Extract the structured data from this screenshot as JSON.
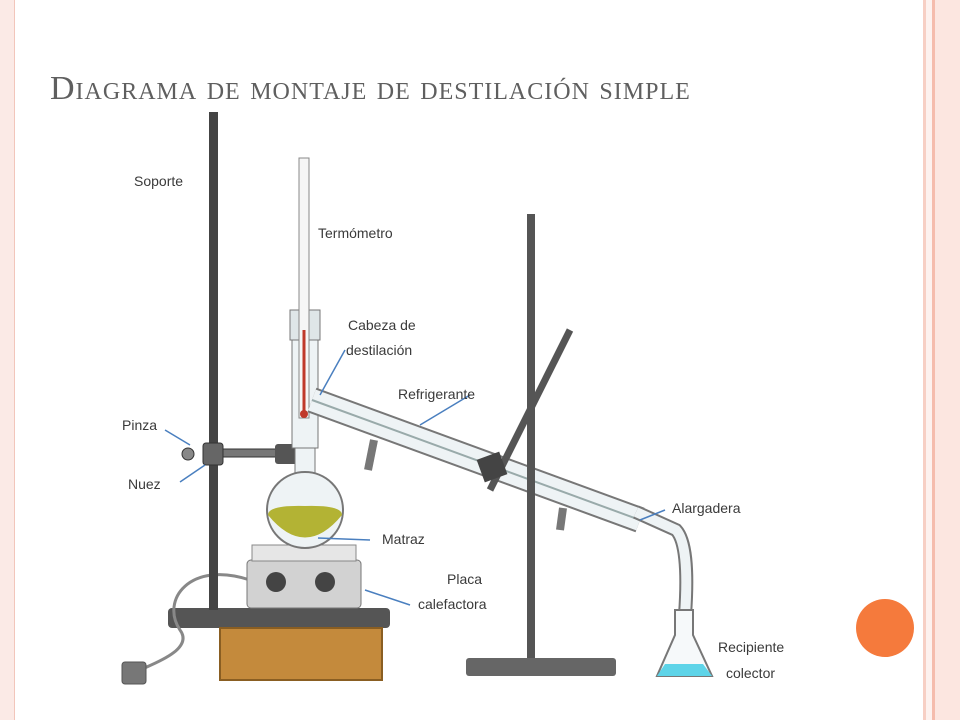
{
  "slide": {
    "title": "Diagrama de montaje de destilación simple"
  },
  "labels": {
    "soporte": "Soporte",
    "termometro": "Termómetro",
    "cabeza_1": "Cabeza de",
    "cabeza_2": "destilación",
    "refrigerante": "Refrigerante",
    "pinza": "Pinza",
    "nuez": "Nuez",
    "matraz": "Matraz",
    "placa_1": "Placa",
    "placa_2": "calefactora",
    "alargadera": "Alargadera",
    "recipiente_1": "Recipiente",
    "recipiente_2": "colector"
  },
  "colors": {
    "accent": "#f57a3c",
    "label_pointer": "#4a7fbf",
    "liquid": "#b3b334",
    "collected_liquid": "#5ed4e8",
    "wood_block": "#c48a3c",
    "title": "#5f5f5f"
  }
}
